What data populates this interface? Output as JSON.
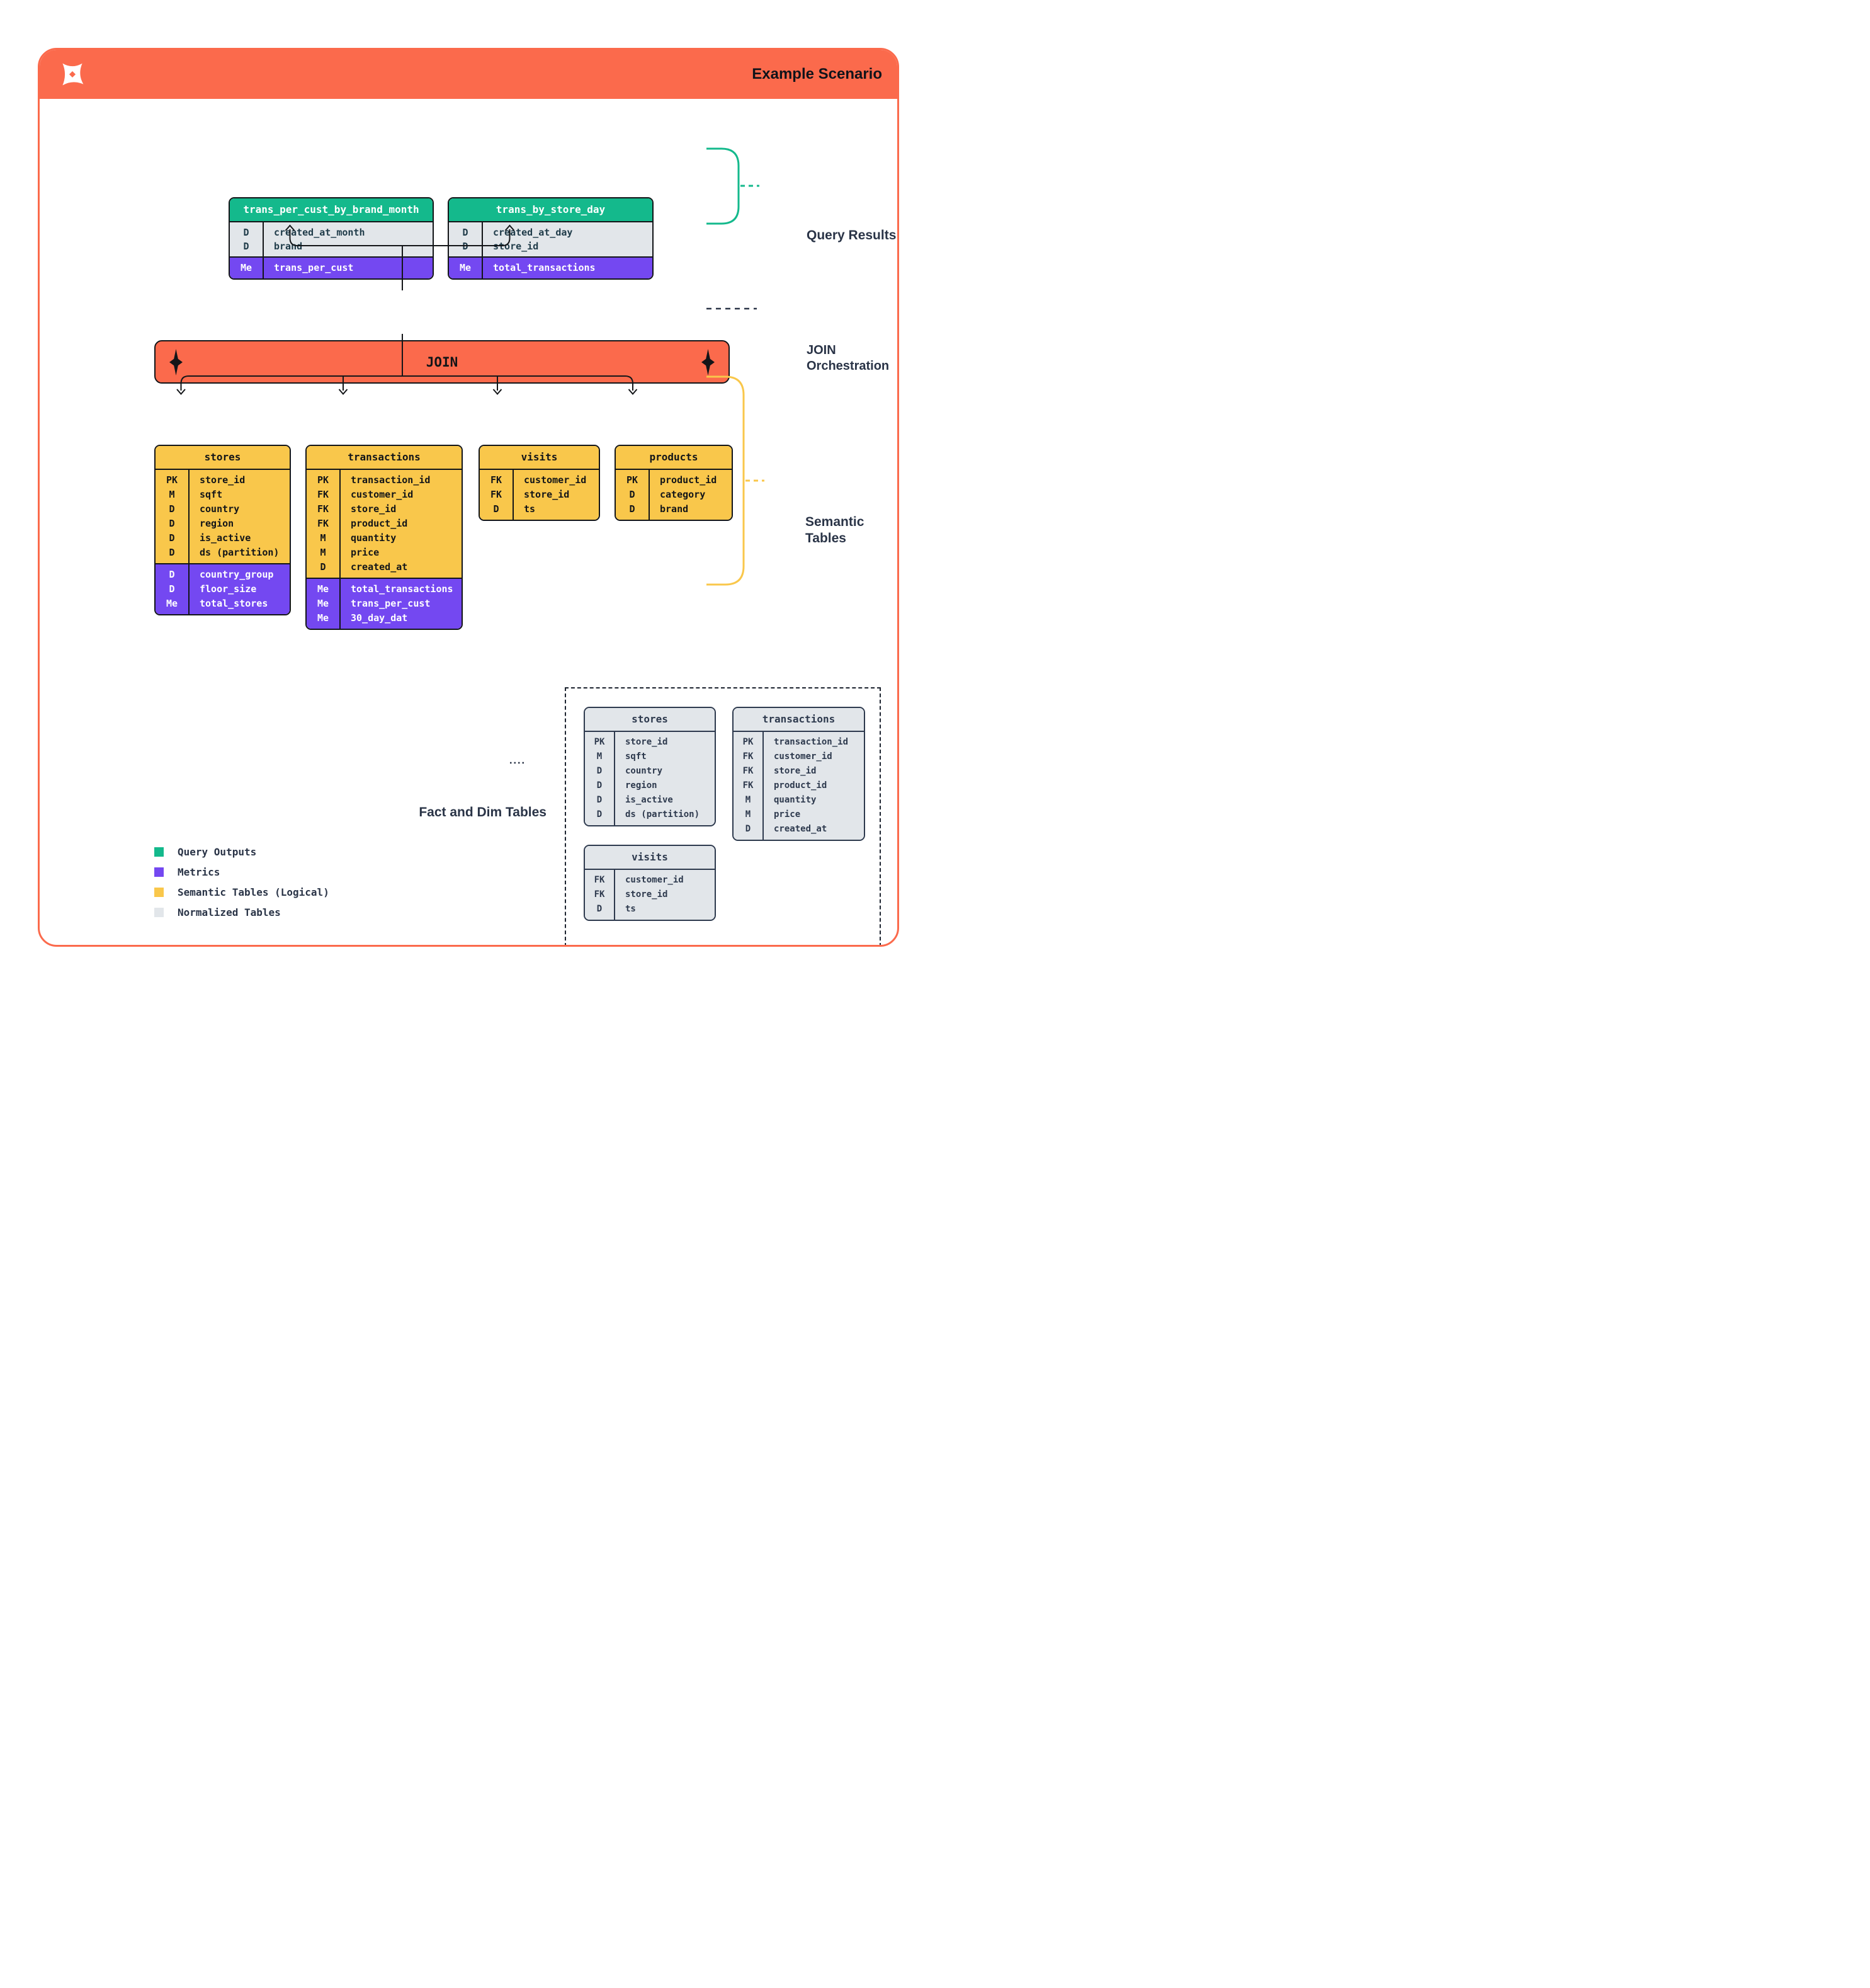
{
  "header": {
    "title": "Example Scenario",
    "logo": "pinwheel-star-logo"
  },
  "colors": {
    "orange": "#FB6A4C",
    "green": "#14B98C",
    "purple": "#7448F1",
    "yellow": "#F9C74B",
    "gray": "#E2E6EA",
    "navy": "#2A3447",
    "line": "#131518"
  },
  "join": {
    "label": "JOIN"
  },
  "annotations": {
    "query_results": "Query Results",
    "join_orchestration_line1": "JOIN",
    "join_orchestration_line2": "Orchestration",
    "semantic_tables_line1": "Semantic",
    "semantic_tables_line2": "Tables",
    "fact_dim": "Fact and Dim Tables"
  },
  "legend": {
    "items": [
      {
        "label": "Query Outputs",
        "color": "#14B98C"
      },
      {
        "label": "Metrics",
        "color": "#7448F1"
      },
      {
        "label": "Semantic Tables (Logical)",
        "color": "#F9C74B"
      },
      {
        "label": "Normalized Tables",
        "color": "#E2E6EA"
      }
    ]
  },
  "query_result_tables": [
    {
      "title": "trans_per_cust_by_brand_month",
      "sections": [
        {
          "type": "dim",
          "rows": [
            [
              "D",
              "created_at_month"
            ],
            [
              "D",
              "brand"
            ]
          ]
        },
        {
          "type": "metric",
          "rows": [
            [
              "Me",
              "trans_per_cust"
            ]
          ]
        }
      ]
    },
    {
      "title": "trans_by_store_day",
      "sections": [
        {
          "type": "dim",
          "rows": [
            [
              "D",
              "created_at_day"
            ],
            [
              "D",
              "store_id"
            ]
          ]
        },
        {
          "type": "metric",
          "rows": [
            [
              "Me",
              "total_transactions"
            ]
          ]
        }
      ]
    }
  ],
  "semantic_tables": [
    {
      "title": "stores",
      "sections": [
        {
          "type": "semantic",
          "rows": [
            [
              "PK",
              "store_id"
            ],
            [
              "M",
              "sqft"
            ],
            [
              "D",
              "country"
            ],
            [
              "D",
              "region"
            ],
            [
              "D",
              "is_active"
            ],
            [
              "D",
              "ds (partition)"
            ]
          ]
        },
        {
          "type": "metric",
          "rows": [
            [
              "D",
              "country_group"
            ],
            [
              "D",
              "floor_size"
            ],
            [
              "Me",
              "total_stores"
            ]
          ]
        }
      ]
    },
    {
      "title": "transactions",
      "sections": [
        {
          "type": "semantic",
          "rows": [
            [
              "PK",
              "transaction_id"
            ],
            [
              "FK",
              "customer_id"
            ],
            [
              "FK",
              "store_id"
            ],
            [
              "FK",
              "product_id"
            ],
            [
              "M",
              "quantity"
            ],
            [
              "M",
              "price"
            ],
            [
              "D",
              "created_at"
            ]
          ]
        },
        {
          "type": "metric",
          "rows": [
            [
              "Me",
              "total_transactions"
            ],
            [
              "Me",
              "trans_per_cust"
            ],
            [
              "Me",
              "30_day_dat"
            ]
          ]
        }
      ]
    },
    {
      "title": "visits",
      "sections": [
        {
          "type": "semantic",
          "rows": [
            [
              "FK",
              "customer_id"
            ],
            [
              "FK",
              "store_id"
            ],
            [
              "D",
              "ts"
            ]
          ]
        }
      ]
    },
    {
      "title": "products",
      "sections": [
        {
          "type": "semantic",
          "rows": [
            [
              "PK",
              "product_id"
            ],
            [
              "D",
              "category"
            ],
            [
              "D",
              "brand"
            ]
          ]
        }
      ]
    }
  ],
  "normalized_tables": [
    {
      "title": "stores",
      "sections": [
        {
          "type": "normalized",
          "rows": [
            [
              "PK",
              "store_id"
            ],
            [
              "M",
              "sqft"
            ],
            [
              "D",
              "country"
            ],
            [
              "D",
              "region"
            ],
            [
              "D",
              "is_active"
            ],
            [
              "D",
              "ds (partition)"
            ]
          ]
        }
      ]
    },
    {
      "title": "transactions",
      "sections": [
        {
          "type": "normalized",
          "rows": [
            [
              "PK",
              "transaction_id"
            ],
            [
              "FK",
              "customer_id"
            ],
            [
              "FK",
              "store_id"
            ],
            [
              "FK",
              "product_id"
            ],
            [
              "M",
              "quantity"
            ],
            [
              "M",
              "price"
            ],
            [
              "D",
              "created_at"
            ]
          ]
        }
      ]
    },
    {
      "title": "visits",
      "sections": [
        {
          "type": "normalized",
          "rows": [
            [
              "FK",
              "customer_id"
            ],
            [
              "FK",
              "store_id"
            ],
            [
              "D",
              "ts"
            ]
          ]
        }
      ]
    }
  ]
}
